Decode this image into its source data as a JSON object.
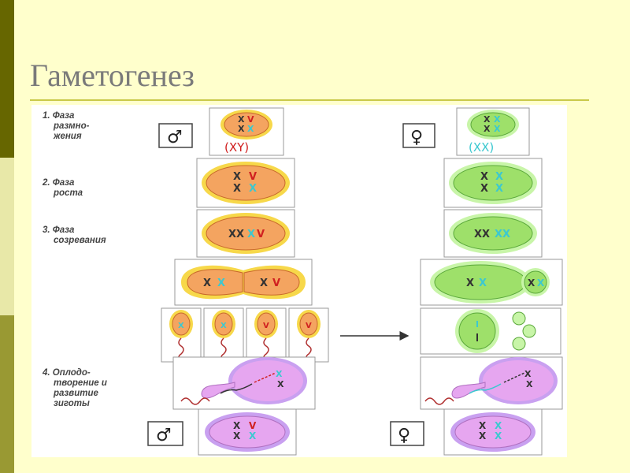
{
  "title": "Гаметогенез",
  "stages": [
    {
      "label_lines": [
        "1. Фаза",
        "размно-",
        "жения"
      ]
    },
    {
      "label_lines": [
        "2. Фаза",
        "роста"
      ]
    },
    {
      "label_lines": [
        "3. Фаза",
        "созревания"
      ]
    },
    {
      "label_lines": [
        "4. Оплодо-",
        "творение и",
        "развитие",
        "зиготы"
      ]
    }
  ],
  "male_symbol": "♂",
  "female_symbol": "♀",
  "male_karyotype": "(XY)",
  "female_karyotype": "(XX)",
  "colors": {
    "male_cell": "#F4A460",
    "male_rim": "#F7D84A",
    "female_cell": "#9EE06A",
    "female_rim": "#C8F5A8",
    "zygote": "#E6A6F0",
    "zygote_rim": "#C9A0F0",
    "chromosome_dark": "#333333",
    "chromosome_cyan": "#3CC8D0",
    "chromosome_red": "#D02020"
  }
}
